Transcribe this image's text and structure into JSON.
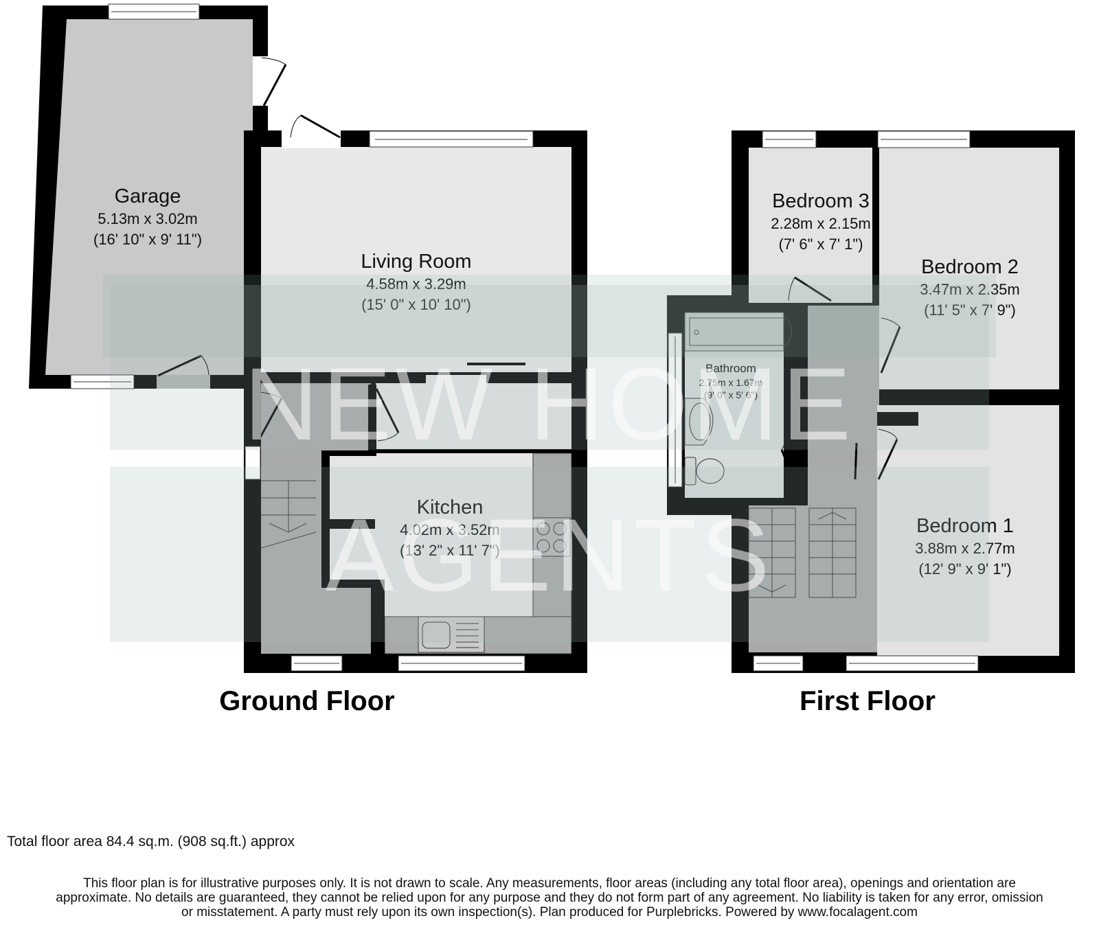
{
  "watermark": {
    "line1": "NEW HOME",
    "line2": "AGENTS"
  },
  "colors": {
    "wall": "#000000",
    "garage_fill": "#c9c9c9",
    "room_fill": "#e6e6e6",
    "hall_fill": "#a8aaa9",
    "watermark_band": "#b9c9c6"
  },
  "ground_floor": {
    "label": "Ground Floor",
    "rooms": [
      {
        "name": "Garage",
        "dim_m": "5.13m x 3.02m",
        "dim_ft": "(16' 10\" x 9' 11\")"
      },
      {
        "name": "Living Room",
        "dim_m": "4.58m x 3.29m",
        "dim_ft": "(15' 0\" x 10' 10\")"
      },
      {
        "name": "Kitchen",
        "dim_m": "4.02m x 3.52m",
        "dim_ft": "(13' 2\" x 11' 7\")"
      }
    ]
  },
  "first_floor": {
    "label": "First Floor",
    "rooms": [
      {
        "name": "Bedroom 3",
        "dim_m": "2.28m x 2.15m",
        "dim_ft": "(7' 6\" x 7' 1\")"
      },
      {
        "name": "Bedroom 2",
        "dim_m": "3.47m x 2.35m",
        "dim_ft": "(11' 5\" x 7' 9\")"
      },
      {
        "name": "Bathroom",
        "dim_m": "2.75m x 1.67m",
        "dim_ft": "(9' 0\" x 5' 6\")"
      },
      {
        "name": "Bedroom 1",
        "dim_m": "3.88m x 2.77m",
        "dim_ft": "(12' 9\" x 9' 1\")"
      }
    ]
  },
  "footer": {
    "total_area": "Total floor area 84.4 sq.m. (908 sq.ft.) approx",
    "disclaimer_lines": [
      "This floor plan is for illustrative purposes only. It is not drawn to scale. Any measurements, floor areas (including any total floor area), openings and orientation are",
      "approximate. No details are guaranteed, they cannot be relied upon for any purpose and they do not form part of any agreement. No liability is taken for any error, omission",
      "or misstatement. A party must rely upon its own inspection(s). Plan produced for Purplebricks. Powered by www.focalagent.com"
    ]
  }
}
